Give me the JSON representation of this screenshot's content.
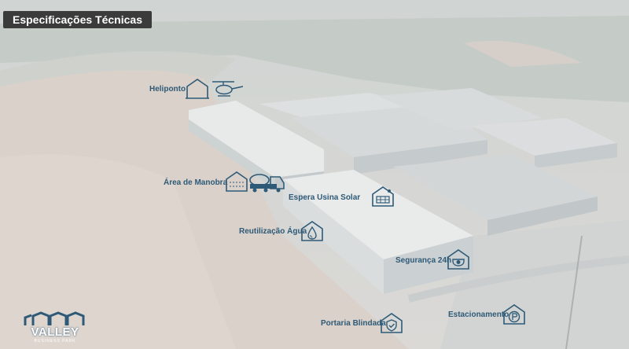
{
  "header": {
    "title": "Especificações Técnicas"
  },
  "features": [
    {
      "label": "Heliponto",
      "icon": "helicopter-hangar-icon"
    },
    {
      "label": "Área de Manobra",
      "icon": "truck-maneuver-icon"
    },
    {
      "label": "Espera Usina Solar",
      "icon": "solar-panel-icon"
    },
    {
      "label": "Reutilização Água",
      "icon": "water-drop-icon"
    },
    {
      "label": "Segurança 24h",
      "icon": "security-camera-icon"
    },
    {
      "label": "Estacionamento",
      "icon": "parking-icon"
    },
    {
      "label": "Portaria Blindada",
      "icon": "shield-check-icon"
    }
  ],
  "logo": {
    "name": "VALLEY",
    "subtitle": "BUSINESS PARK"
  },
  "colors": {
    "icon": "#2e5a77",
    "title_bg": "#3b3b3b",
    "title_text": "#ffffff"
  }
}
